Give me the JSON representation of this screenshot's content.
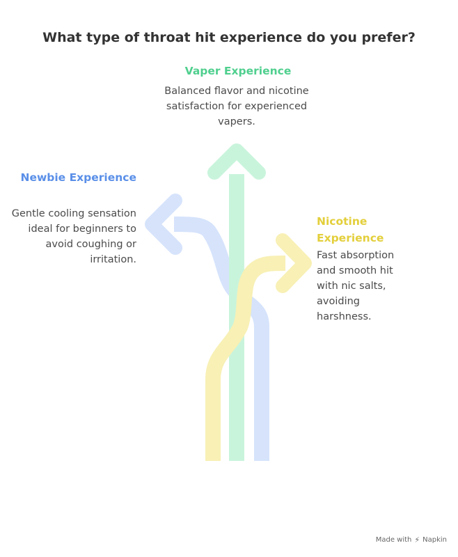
{
  "title": "What type of throat hit experience do you prefer?",
  "options": [
    {
      "key": "vaper",
      "heading": "Vaper Experience",
      "description": "Balanced flavor and nicotine satisfaction for experienced vapers.",
      "color": "#4fcf8e",
      "arrow_color": "#c9f4dc"
    },
    {
      "key": "newbie",
      "heading": "Newbie Experience",
      "description": "Gentle cooling sensation ideal for beginners to avoid coughing or irritation.",
      "color": "#5a8fe8",
      "arrow_color": "#d6e3fb"
    },
    {
      "key": "nicotine",
      "heading": "Nicotine Experience",
      "description": "Fast absorption and smooth hit with nic salts, avoiding harshness.",
      "color": "#e3cf3b",
      "arrow_color": "#f8f0b5"
    }
  ],
  "footer": {
    "made_with": "Made with",
    "brand": "Napkin"
  }
}
